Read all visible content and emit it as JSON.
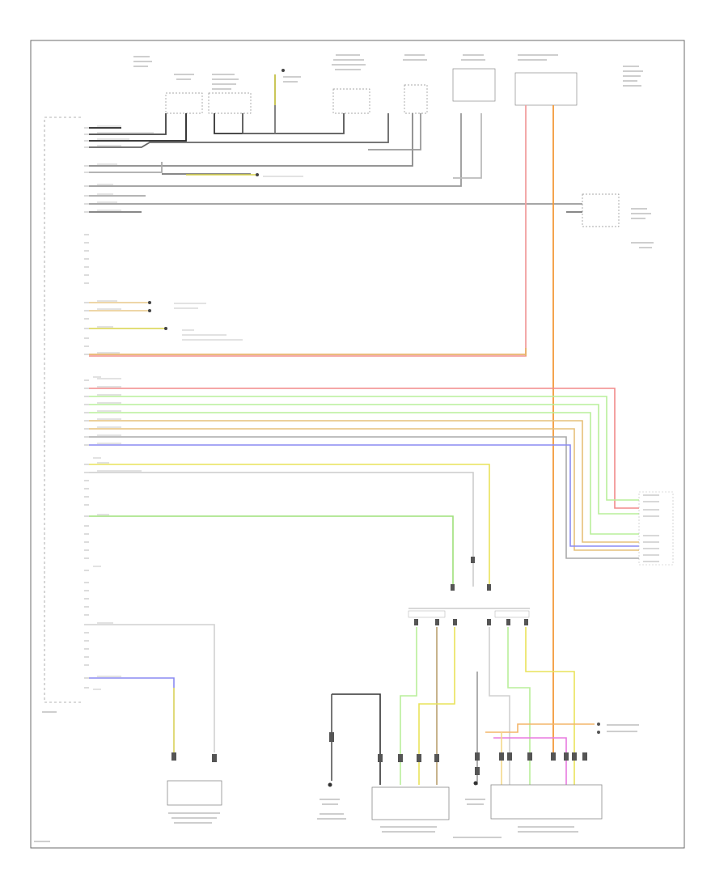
{
  "diagram": {
    "footer_ref": "",
    "side_ref_left": "",
    "components": [
      {
        "id": "c-steering-sensor",
        "label": ""
      },
      {
        "id": "c-power-steering",
        "label": ""
      },
      {
        "id": "c-brake-booster",
        "label": ""
      },
      {
        "id": "c-dc-sensor",
        "label": ""
      },
      {
        "id": "c-engine-module",
        "label": ""
      },
      {
        "id": "c-fuse-relay",
        "label": ""
      },
      {
        "id": "c-fuse-box",
        "label": ""
      },
      {
        "id": "c-digital-input",
        "label": ""
      },
      {
        "id": "c-telephone-module",
        "label": ""
      },
      {
        "id": "c-ground-1",
        "label": ""
      },
      {
        "id": "c-ground-2",
        "label": ""
      },
      {
        "id": "c-ext-light-left",
        "label": ""
      },
      {
        "id": "c-ext-light-right",
        "label": ""
      }
    ]
  }
}
